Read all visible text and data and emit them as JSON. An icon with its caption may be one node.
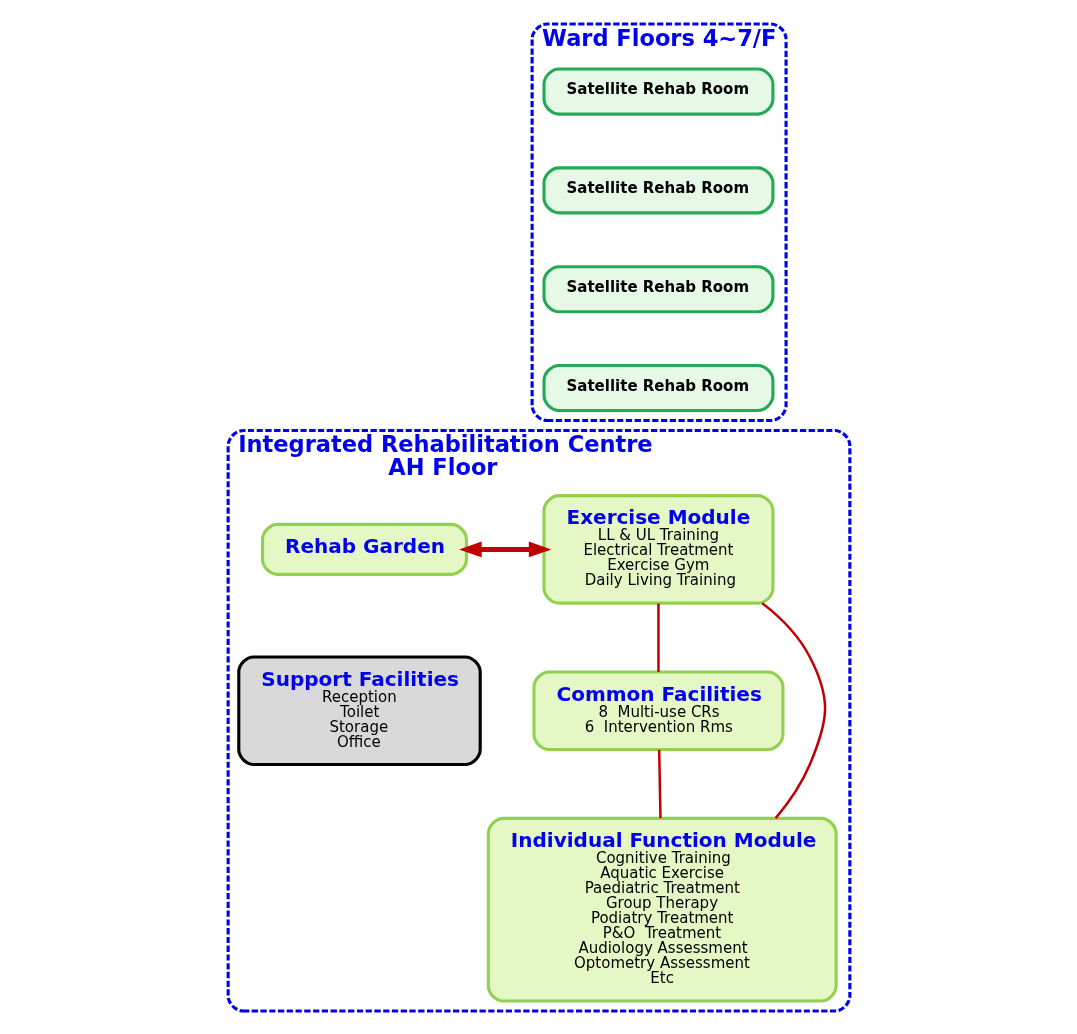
{
  "diagram": {
    "nodes": [
      {
        "text": [
          "Ward Floors 4~7/F"
        ]
      },
      {
        "text": [
          "Satellite Rehab Room"
        ],
        "in": 0
      },
      {
        "text": [
          "Satellite Rehab Room"
        ],
        "in": 0
      },
      {
        "text": [
          "Satellite Rehab Room"
        ],
        "in": 0
      },
      {
        "text": [
          "Satellite Rehab Room"
        ],
        "in": 0
      },
      {
        "text": [
          "Integrated Rehabilitation Centre",
          "AH Floor"
        ]
      },
      {
        "text": [
          "Exercise Module",
          "LL & UL Training",
          "Electrical Treatment",
          "Exercise Gym",
          "Daily Living Training"
        ],
        "in": 5
      },
      {
        "text": [
          "Rehab Garden"
        ],
        "in": 5
      },
      {
        "text": [
          "Individual Function Module",
          "Cognitive Training",
          "Aquatic Exercise",
          "Paediatric Treatment",
          "Group Therapy",
          "Podiatry Treatment",
          "P&O  Treatment",
          "Audiology Assessment",
          "Optometry Assessment",
          "Etc"
        ],
        "in": 5
      },
      {
        "text": [
          "Support Facilities",
          "Reception",
          "Toilet",
          "Storage",
          "Office"
        ],
        "in": 5
      },
      {
        "text": [
          "Common Facilities",
          "8  Multi-use CRs",
          "6  Intervention Rms"
        ],
        "in": 5
      }
    ],
    "edges": [
      {
        "from": 6,
        "to": 7,
        "arrow": "both",
        "style": "thick"
      },
      {
        "from": 6,
        "to": 10,
        "arrow": "none"
      },
      {
        "from": 10,
        "to": 8,
        "arrow": "none"
      },
      {
        "from": 8,
        "to": 6,
        "arrow": "none"
      }
    ]
  }
}
